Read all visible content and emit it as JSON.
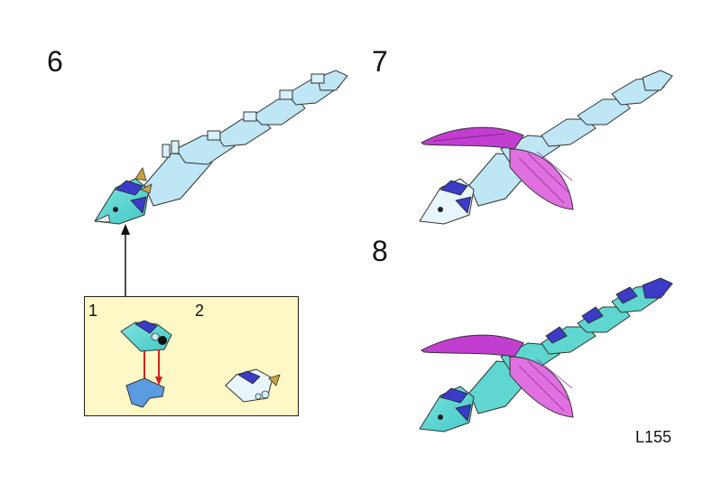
{
  "steps": [
    {
      "number": "6",
      "label": "step-6"
    },
    {
      "number": "7",
      "label": "step-7"
    },
    {
      "number": "8",
      "label": "step-8"
    }
  ],
  "callout": {
    "substeps": [
      "1",
      "2"
    ]
  },
  "page_code": "L155",
  "colors": {
    "light_blue": "#bfe6f5",
    "medium_azure": "#5fd6d0",
    "dark_blue": "#3b3bc8",
    "purple_wing": "#c23ed0",
    "pink_wing": "#e070e0",
    "gold": "#c9a441",
    "arrow_red": "#d42020",
    "callout_bg": "#fdf8c5"
  }
}
